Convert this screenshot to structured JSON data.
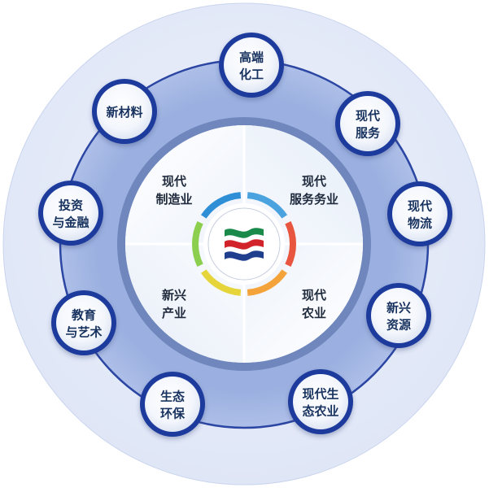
{
  "core_sectors": [
    {
      "lines": [
        "现代",
        "制造业"
      ]
    },
    {
      "lines": [
        "现代",
        "服务务业"
      ]
    },
    {
      "lines": [
        "新兴",
        "产业"
      ]
    },
    {
      "lines": [
        "现代",
        "农业"
      ]
    }
  ],
  "outer_nodes": [
    {
      "lines": [
        "高端",
        "化工"
      ]
    },
    {
      "lines": [
        "现代",
        "服务"
      ]
    },
    {
      "lines": [
        "现代",
        "物流"
      ]
    },
    {
      "lines": [
        "新兴",
        "资源"
      ]
    },
    {
      "lines": [
        "现代生",
        "态农业"
      ]
    },
    {
      "lines": [
        "生态",
        "环保"
      ]
    },
    {
      "lines": [
        "教育",
        "与艺术"
      ]
    },
    {
      "lines": [
        "投资",
        "与金融"
      ]
    },
    {
      "lines": [
        "新材料"
      ]
    }
  ],
  "logo": {
    "icon": "flag-wave-logo-icon",
    "colors": [
      "#1a8a4b",
      "#d2232a",
      "#1f3f8e"
    ]
  },
  "ring_colors": [
    "#4aa3df",
    "#e8563f",
    "#f4a33a",
    "#e6d53a",
    "#8ccf4f",
    "#2e8fd6"
  ]
}
